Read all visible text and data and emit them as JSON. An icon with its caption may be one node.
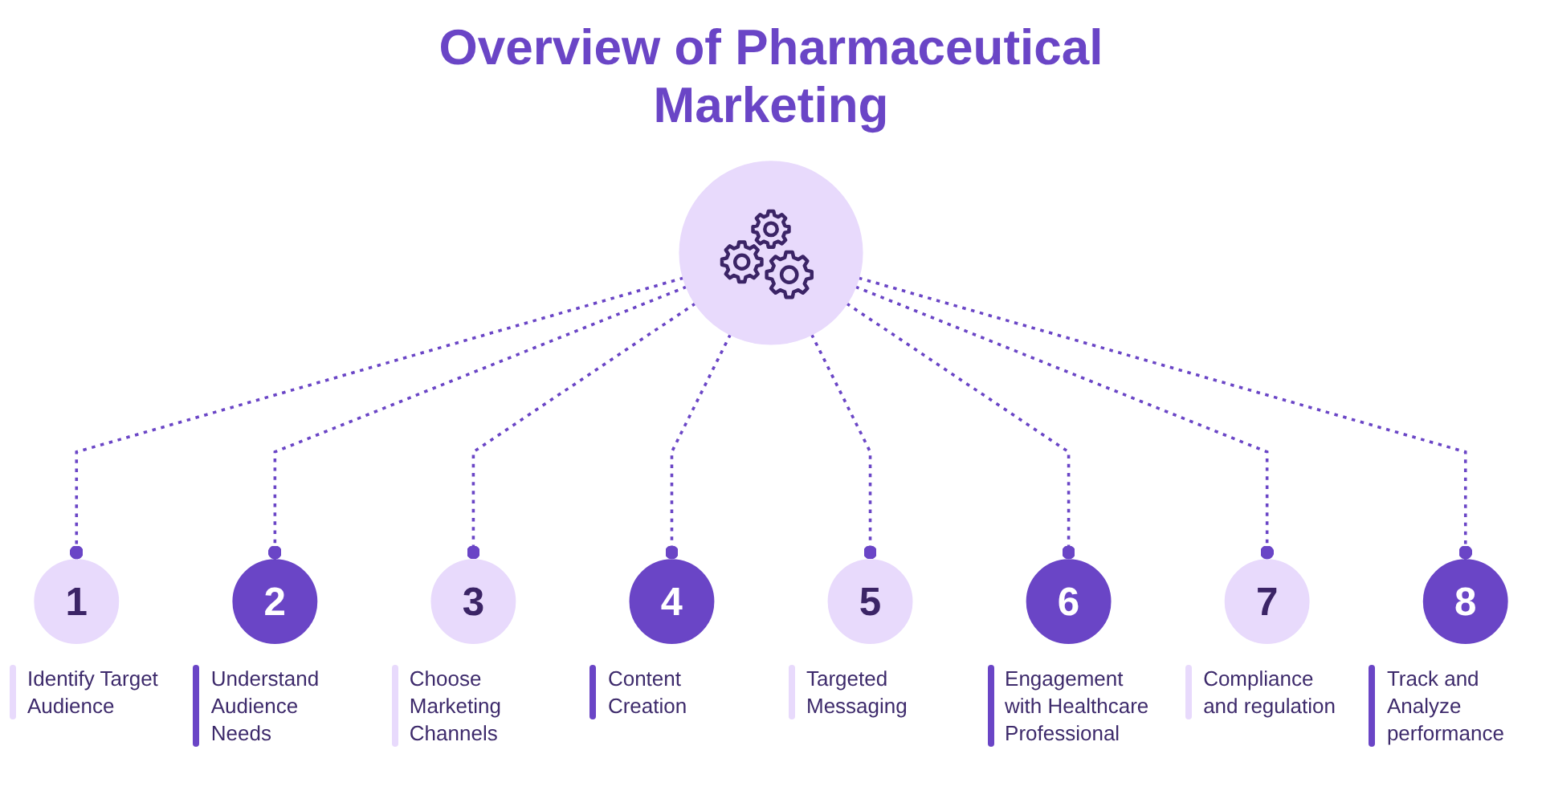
{
  "diagram": {
    "title": "Overview of Pharmaceutical Marketing",
    "nodes": [
      {
        "text": [],
        "shape": "circle"
      },
      {
        "text": [
          "1"
        ],
        "beside": [
          "Identify Target Audience"
        ]
      },
      {
        "text": [
          "2"
        ],
        "beside": [
          "Understand Audience Needs"
        ]
      },
      {
        "text": [
          "3"
        ],
        "beside": [
          "Choose Marketing Channels"
        ]
      },
      {
        "text": [
          "4"
        ],
        "beside": [
          "Content Creation"
        ]
      },
      {
        "text": [
          "5"
        ],
        "beside": [
          "Targeted Messaging"
        ]
      },
      {
        "text": [
          "6"
        ],
        "beside": [
          "Engagement with Healthcare Professional"
        ]
      },
      {
        "text": [
          "7"
        ],
        "beside": [
          "Compliance and regulation"
        ]
      },
      {
        "text": [
          "8"
        ],
        "beside": [
          "Track and Analyze performance"
        ]
      }
    ],
    "edges": [
      {
        "from": 0,
        "to": 1,
        "arrow": "other",
        "style": "dashed"
      },
      {
        "from": 0,
        "to": 2,
        "arrow": "other",
        "style": "dashed"
      },
      {
        "from": 0,
        "to": 3,
        "arrow": "other",
        "style": "dashed"
      },
      {
        "from": 0,
        "to": 4,
        "arrow": "other",
        "style": "dashed"
      },
      {
        "from": 0,
        "to": 5,
        "arrow": "other",
        "style": "dashed"
      },
      {
        "from": 0,
        "to": 6,
        "arrow": "other",
        "style": "dashed"
      },
      {
        "from": 0,
        "to": 7,
        "arrow": "other",
        "style": "dashed"
      },
      {
        "from": 0,
        "to": 8,
        "arrow": "other",
        "style": "dashed"
      }
    ]
  }
}
